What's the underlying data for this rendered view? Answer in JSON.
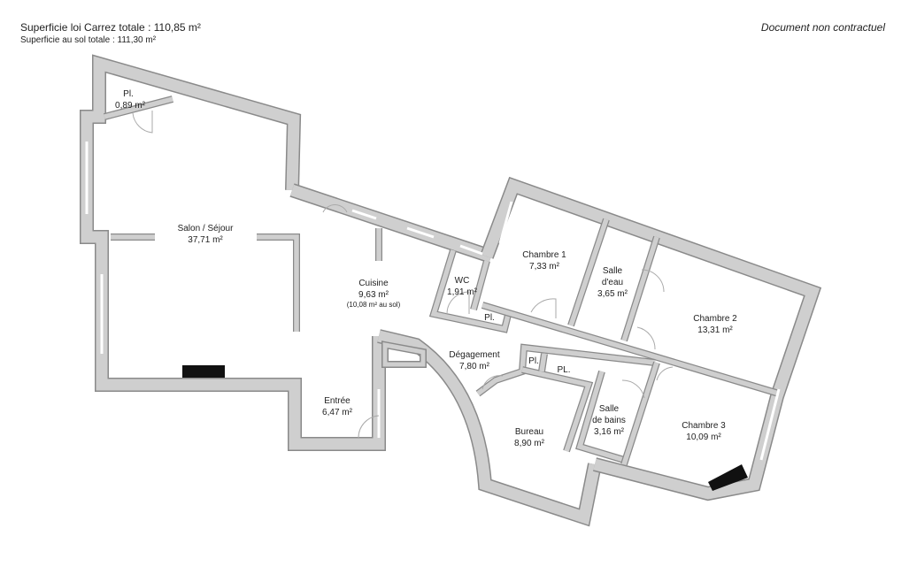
{
  "header": {
    "carrez_total": "Superficie loi Carrez totale :  110,85 m²",
    "sol_total": "Superficie au sol totale :  111,30 m²",
    "disclaimer": "Document non contractuel"
  },
  "rooms": [
    {
      "name": "Pl.",
      "area": "0,89 m²"
    },
    {
      "name": "Salon / Séjour",
      "area": "37,71 m²"
    },
    {
      "name": "Cuisine",
      "area": "9,63 m²",
      "note": "(10,08 m² au sol)"
    },
    {
      "name": "WC",
      "area": "1,91 m²"
    },
    {
      "name": "Chambre 1",
      "area": "7,33 m²"
    },
    {
      "name": "Salle",
      "name2": "d'eau",
      "area": "3,65 m²"
    },
    {
      "name": "Chambre 2",
      "area": "13,31 m²"
    },
    {
      "name": "Dégagement",
      "area": "7,80 m²"
    },
    {
      "name": "Entrée",
      "area": "6,47 m²"
    },
    {
      "name": "Bureau",
      "area": "8,90 m²"
    },
    {
      "name": "Salle",
      "name2": "de bains",
      "area": "3,16 m²"
    },
    {
      "name": "Chambre 3",
      "area": "10,09 m²"
    }
  ],
  "closets": [
    "Pl.",
    "Pl.",
    "PL."
  ]
}
